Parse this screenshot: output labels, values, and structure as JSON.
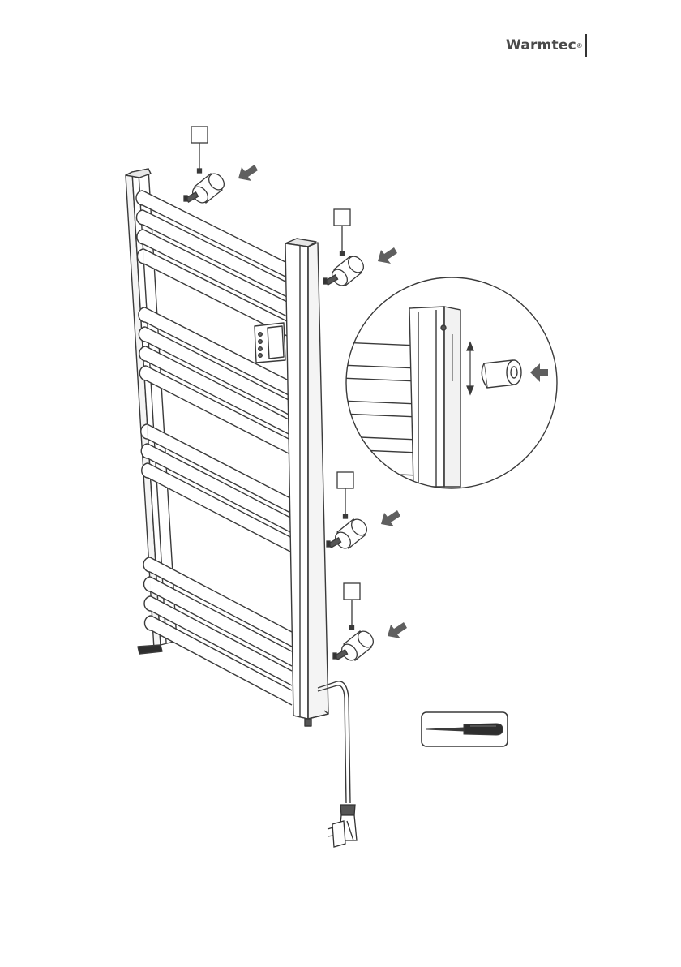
{
  "brand": {
    "name": "Warmtec",
    "registered_mark": "®"
  },
  "colors": {
    "line": "#3a3a3a",
    "arrow": "#5f5f5f",
    "knob": "#555555",
    "background": "#ffffff"
  },
  "icons": {
    "mounting_arrow": "arrow-diagonal-icon",
    "adjust_arrow": "double-arrow-vertical-icon",
    "tool": "screwdriver-icon",
    "plug": "power-plug-icon"
  },
  "diagram": {
    "rail_bar_groups": [
      4,
      4,
      3,
      4
    ],
    "mounting_points": 4,
    "detail_rail_bars": 4
  }
}
